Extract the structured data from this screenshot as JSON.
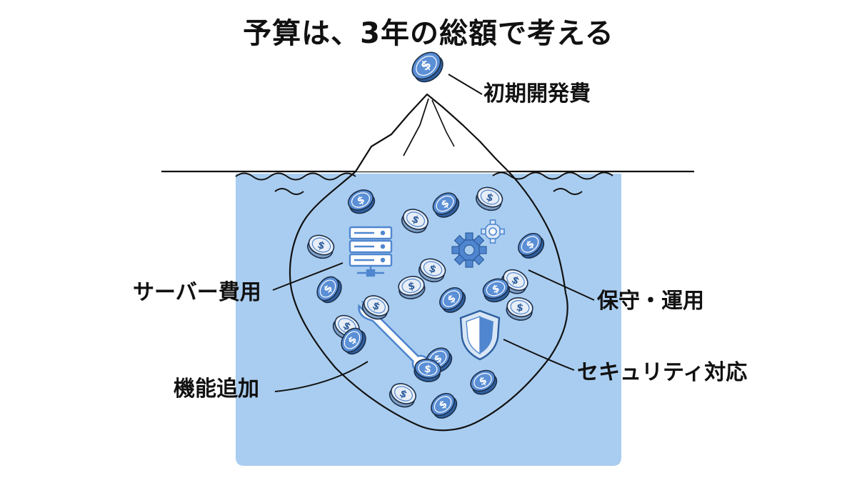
{
  "title": "予算は、3年の総額で考える",
  "labels": {
    "initial_dev": "初期開発費",
    "server": "サーバー費用",
    "maintenance": "保守・運用",
    "security": "セキュリティ対応",
    "feature": "機能追加"
  },
  "colors": {
    "water": "#a9cdf0",
    "coin": "#5b8fd6",
    "icon_blue": "#4f86cf",
    "outline": "#111111"
  },
  "icons": [
    "coin-icon",
    "server-icon",
    "gear-icon",
    "shield-icon",
    "wrench-icon"
  ]
}
